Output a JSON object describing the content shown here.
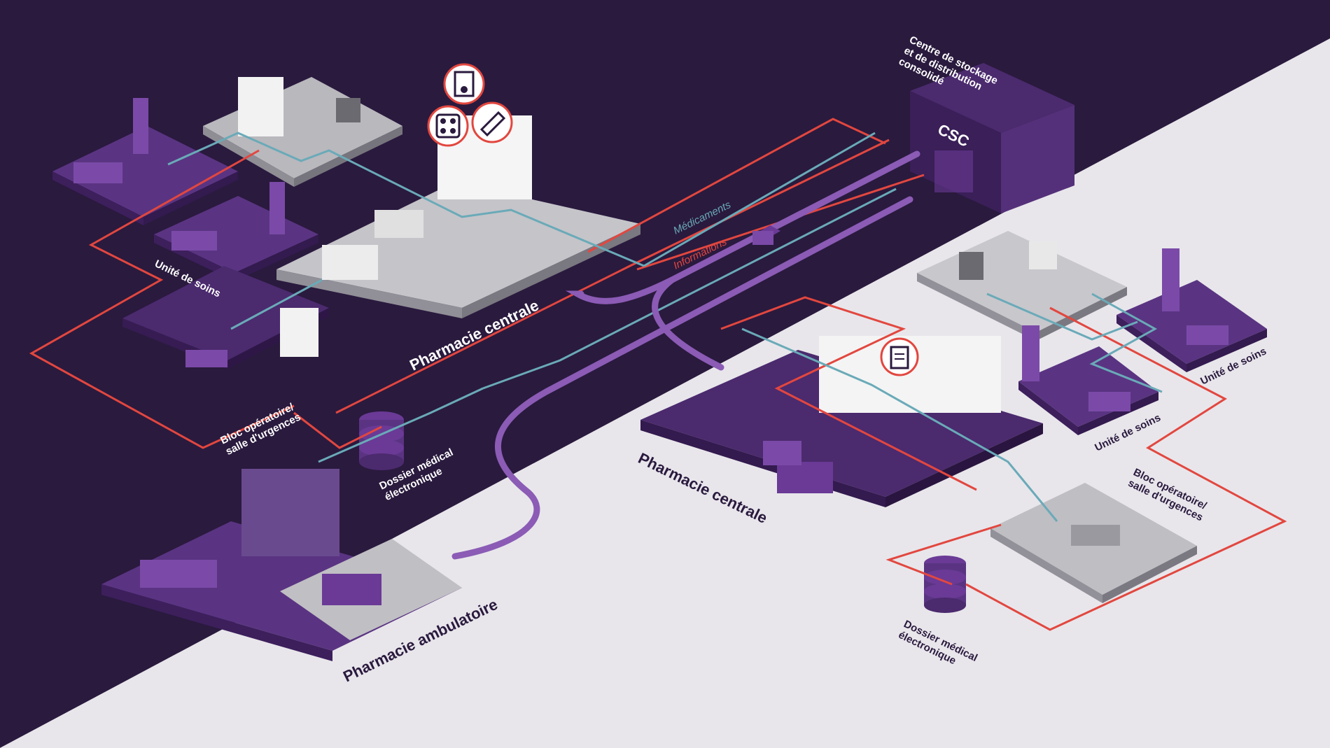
{
  "palette": {
    "background_dark": "#2a1a3e",
    "background_light": "#e8e6eb",
    "purple_platform": "#4b2a6e",
    "purple_light": "#6a3a96",
    "grey_platform": "#a8a8ae",
    "medication_line": "#6aaab8",
    "information_line": "#e2473f",
    "flow_arrow": "#8b5bb5"
  },
  "legend": {
    "medications": "Médicaments",
    "information": "Informations"
  },
  "left_network": {
    "care_unit": "Unité de soins",
    "central_pharmacy": "Pharmacie centrale",
    "operating_room": "Bloc opératoire/\nsalle d'urgences",
    "ehr": "Dossier médical\nélectronique",
    "outpatient_pharmacy": "Pharmacie ambulatoire"
  },
  "storage_center": {
    "title": "Centre de stockage\net de distribution\nconsolidé",
    "abbreviation": "CSC"
  },
  "right_network": {
    "central_pharmacy": "Pharmacie centrale",
    "care_unit_1": "Unité de soins",
    "care_unit_2": "Unité de soins",
    "operating_room": "Bloc opératoire/\nsalle d'urgences",
    "ehr": "Dossier médical\nélectronique"
  },
  "icons": [
    "document-icon",
    "pill-blister-icon",
    "ointment-tube-icon",
    "clipboard-icon",
    "truck-icon",
    "database-icon"
  ]
}
